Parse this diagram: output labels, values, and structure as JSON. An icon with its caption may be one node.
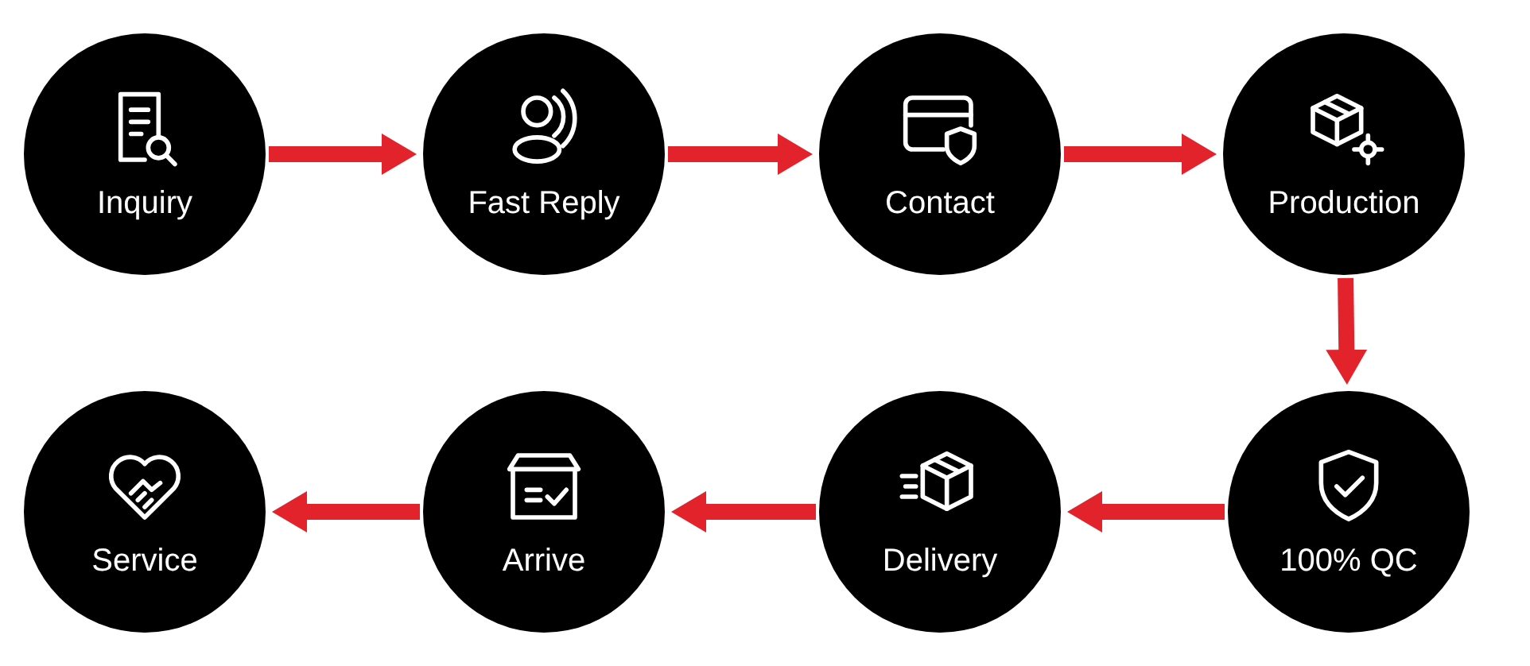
{
  "diagram": {
    "nodes": [
      {
        "text": [
          "Inquiry"
        ]
      },
      {
        "text": [
          "Fast Reply"
        ]
      },
      {
        "text": [
          "Contact"
        ]
      },
      {
        "text": [
          "Production"
        ]
      },
      {
        "text": [
          "Service"
        ]
      },
      {
        "text": [
          "Arrive"
        ]
      },
      {
        "text": [
          "Delivery"
        ]
      },
      {
        "text": [
          "100% QC"
        ]
      }
    ],
    "edges": [
      {
        "from": 0,
        "to": 1,
        "arrow": "to"
      },
      {
        "from": 1,
        "to": 2,
        "arrow": "to"
      },
      {
        "from": 2,
        "to": 3,
        "arrow": "to"
      },
      {
        "from": 3,
        "to": 7,
        "arrow": "to"
      },
      {
        "from": 7,
        "to": 6,
        "arrow": "to"
      },
      {
        "from": 6,
        "to": 5,
        "arrow": "to"
      },
      {
        "from": 5,
        "to": 4,
        "arrow": "to"
      }
    ]
  }
}
